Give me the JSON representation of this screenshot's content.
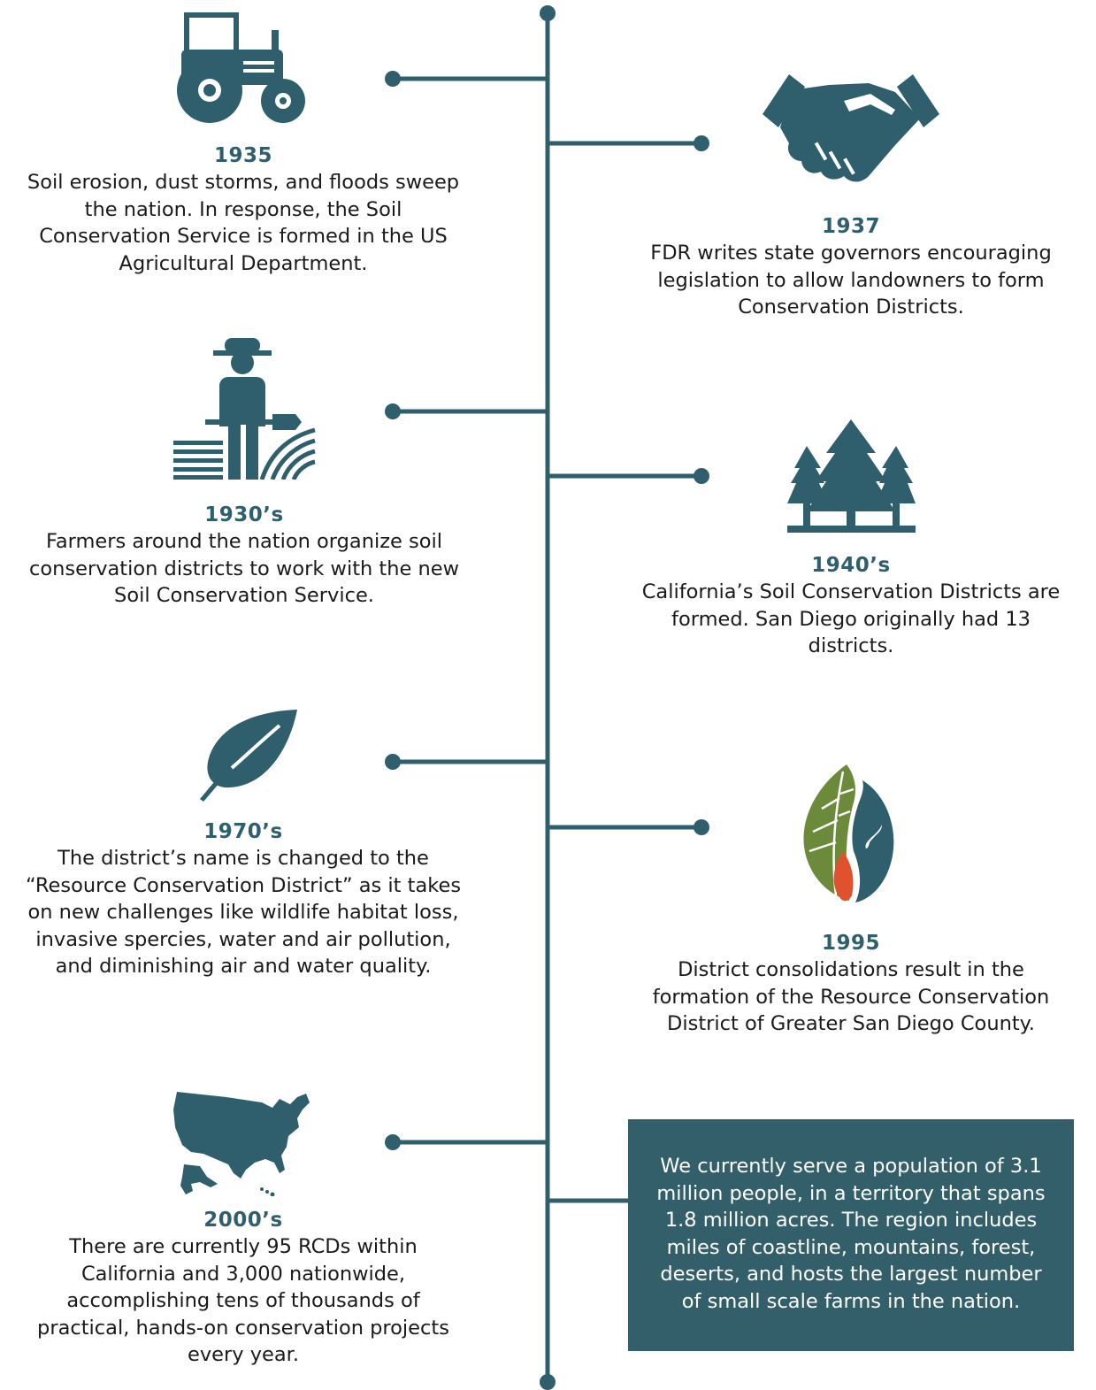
{
  "colors": {
    "accent": "#2f5f6c",
    "callout_bg": "#335f6b",
    "leaf_green": "#6b8a3a",
    "flame_red": "#e0512e"
  },
  "events": [
    {
      "year": "1935",
      "icon": "tractor-icon",
      "text": "Soil erosion, dust storms, and floods sweep the nation. In response, the Soil Conservation Service is formed in the US Agricultural Department."
    },
    {
      "year": "1937",
      "icon": "handshake-icon",
      "text": "FDR writes state governors encouraging legislation to allow landowners to form Conservation Districts."
    },
    {
      "year": "1930’s",
      "icon": "farmer-icon",
      "text": "Farmers around the nation organize soil conservation districts to work with the new Soil Conservation Service."
    },
    {
      "year": "1940’s",
      "icon": "pine-trees-icon",
      "text": "California’s Soil Conservation Districts are formed. San Diego originally had 13 districts."
    },
    {
      "year": "1970’s",
      "icon": "leaf-icon",
      "text": "The district’s name is changed to the “Resource Conservation District” as it takes on new challenges like wildlife habitat loss, invasive spercies, water and air pollution, and diminishing air and water quality."
    },
    {
      "year": "1995",
      "icon": "rcd-logo-icon",
      "text": "District consolidations result in the formation of the Resource Conservation District of Greater San Diego County."
    },
    {
      "year": "2000’s",
      "icon": "us-map-icon",
      "text": "There are currently 95 RCDs within California and 3,000 nationwide, accomplishing tens of thousands of practical, hands-on conservation projects every year."
    }
  ],
  "callout": {
    "text": "We currently serve a population of 3.1 million people, in a territory that spans 1.8 million acres. The region includes miles of coastline, mountains, forest, deserts, and hosts the largest number of small scale farms in the nation."
  }
}
